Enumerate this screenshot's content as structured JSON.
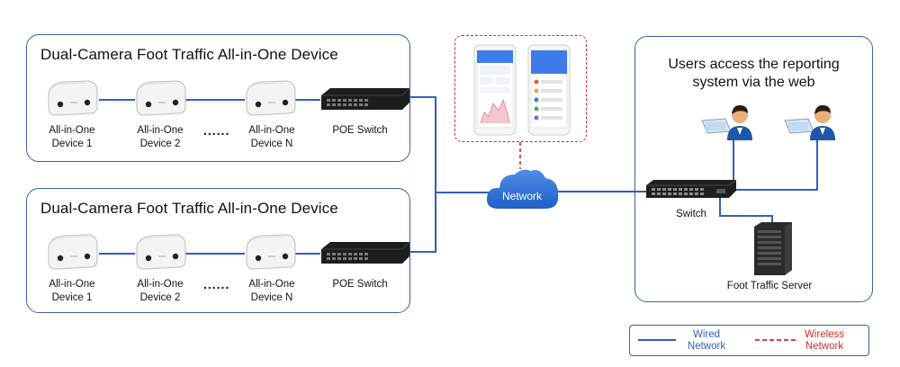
{
  "groups": [
    {
      "title": "Dual-Camera Foot Traffic All-in-One Device",
      "devices": [
        {
          "line1": "All-in-One",
          "line2": "Device 1"
        },
        {
          "line1": "All-in-One",
          "line2": "Device 2"
        },
        {
          "line1": "All-in-One",
          "line2": "Device  N"
        }
      ],
      "ellipsis": "......",
      "switch_label": "POE Switch"
    },
    {
      "title": "Dual-Camera Foot Traffic All-in-One Device",
      "devices": [
        {
          "line1": "All-in-One",
          "line2": "Device 1"
        },
        {
          "line1": "All-in-One",
          "line2": "Device 2"
        },
        {
          "line1": "All-in-One",
          "line2": "Device  N"
        }
      ],
      "ellipsis": "......",
      "switch_label": "POE Switch"
    }
  ],
  "network": {
    "label": "Network"
  },
  "right_panel": {
    "title_line1": "Users access the reporting",
    "title_line2": "system via the web",
    "switch_label": "Switch",
    "server_label": "Foot Traffic Server"
  },
  "legend": {
    "wired_line1": "Wired",
    "wired_line2": "Network",
    "wireless_line1": "Wireless",
    "wireless_line2": "Network",
    "wired_color": "#2f5fbf",
    "wireless_color": "#d62b2b"
  },
  "icons": {
    "camera": "dual-camera-device-icon",
    "poe_switch": "poe-switch-icon",
    "cloud": "cloud-icon",
    "phone": "smartphone-app-icon",
    "user": "user-at-computer-icon",
    "server": "server-tower-icon"
  }
}
